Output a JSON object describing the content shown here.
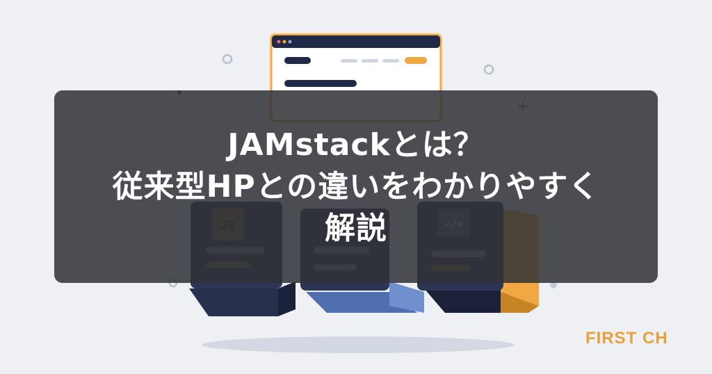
{
  "headline": {
    "line1": "JAMstackとは？",
    "line2": "従来型HPとの違いをわかりやすく",
    "line3": "解説"
  },
  "brand": {
    "label": "FIRST CH"
  },
  "cards": {
    "left_badge": "JS",
    "right_badge": "</>"
  },
  "colors": {
    "background": "#eef0f3",
    "navy": "#1f2a48",
    "orange": "#f1a843",
    "overlay": "#303237",
    "blue": "#6f8fcf"
  },
  "icons": [
    "browser-window-icon",
    "image-mountain-icon",
    "js-file-icon",
    "html-file-icon",
    "code-file-icon",
    "sparkle-icon"
  ]
}
